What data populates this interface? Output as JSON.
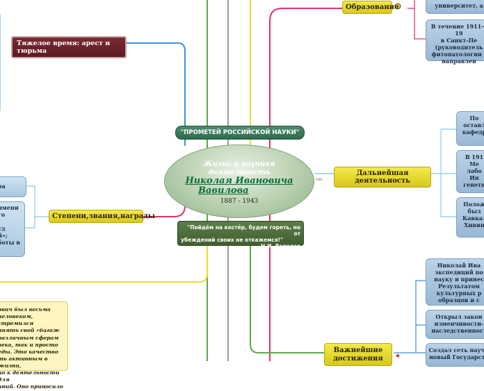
{
  "center": {
    "line1": "Жизнь и научная",
    "line2": "деятельность",
    "name1": "Николая Ивановича",
    "name2": "Вавилова",
    "years": "1887 - 1943"
  },
  "banner": "\"ПРОМЕТЕЙ РОССИЙСКОЙ НАУКИ\"",
  "quote": {
    "text1": "\"Пойдём на костёр, будем гореть, но от",
    "text2": "убеждений своих не откажемся!\"",
    "author": "Н.И. Вавилов"
  },
  "branches": {
    "education": "Образование",
    "hard_times": "Тяжелое время: арест и тюрьма",
    "further": "Дальнейшая деятельность",
    "degrees": "Степени,звания,награды",
    "achievements1": "Важнейшие",
    "achievements2": "достижения"
  },
  "education_boxes": [
    [
      "университет, а"
    ],
    [
      "В течение 1911—19",
      "в Санкт-Пе",
      "(руководитель",
      "фитопатологии (",
      "направлен"
    ]
  ],
  "further_boxes": [
    [
      "По",
      "оставл",
      "кафедр"
    ],
    [
      "В 191",
      "Ме",
      "лабо",
      "Ин",
      "генети"
    ],
    [
      "Полож",
      "был",
      "Кавказ",
      "Хивин"
    ]
  ],
  "degrees_boxes": [
    [
      "ра"
    ],
    [
      "имени",
      "го",
      "",
      "уд",
      "й»;",
      "боты в"
    ]
  ],
  "achievement_boxes": [
    [
      "Николай Ива",
      "экспедиций по",
      "науку и принес",
      "Результатом",
      "культурных р",
      "образцов и с"
    ],
    [
      "Открыл закон",
      "изменчивости-",
      "наследственност"
    ],
    [
      "Создал сеть научн",
      "новый Государств"
    ]
  ],
  "bio_box": [
    "ович был весьма",
    "человеком, стремился",
    "лнять свой «багаж",
    "различным сферам",
    "века, так  и просто",
    "еды. Это качество",
    "ть активным в жизни,",
    "по к деятельности для",
    "иний. Оно приносило"
  ],
  "small_label": "180"
}
